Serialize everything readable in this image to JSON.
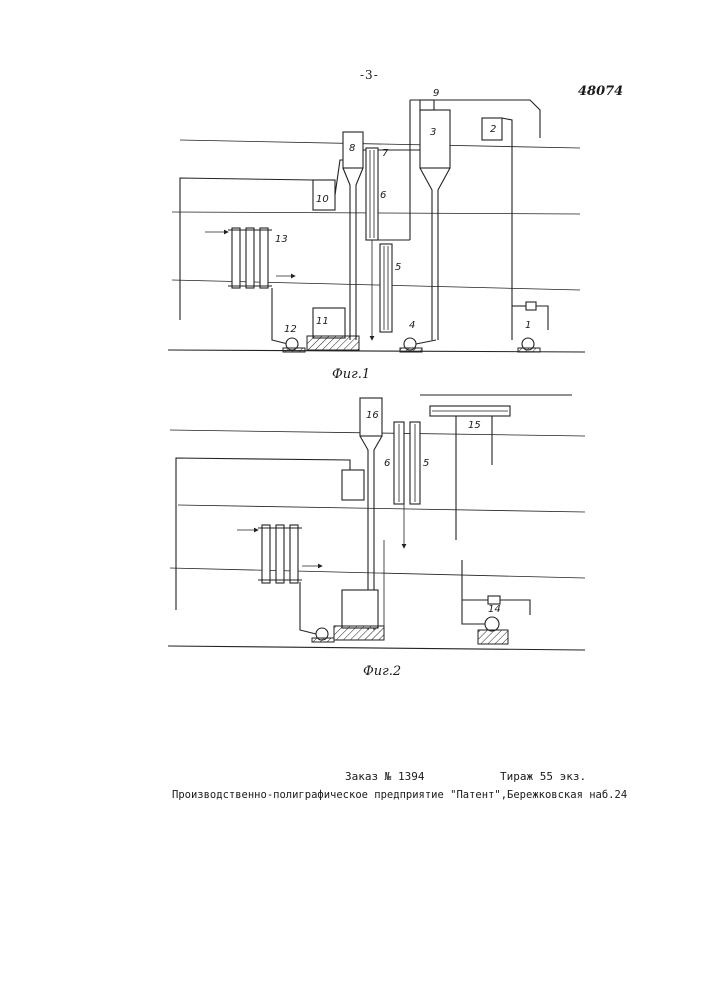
{
  "header": {
    "page_number": "-3-",
    "patent_number": "48074"
  },
  "figure1": {
    "caption": "Фиг.1",
    "labels": {
      "l1": "1",
      "l2": "2",
      "l3": "3",
      "l4": "4",
      "l5": "5",
      "l6": "6",
      "l7": "7",
      "l8": "8",
      "l9": "9",
      "l10": "10",
      "l11": "11",
      "l12": "12",
      "l13": "13"
    }
  },
  "figure2": {
    "caption": "Фиг.2",
    "labels": {
      "l5": "5",
      "l6": "6",
      "l14": "14",
      "l15": "15",
      "l16": "16"
    }
  },
  "footer": {
    "order": "Заказ № 1394",
    "run": "Тираж 55  экз.",
    "publisher": "Производственно-полиграфическое предприятие \"Патент\",Бережковская наб.24"
  }
}
